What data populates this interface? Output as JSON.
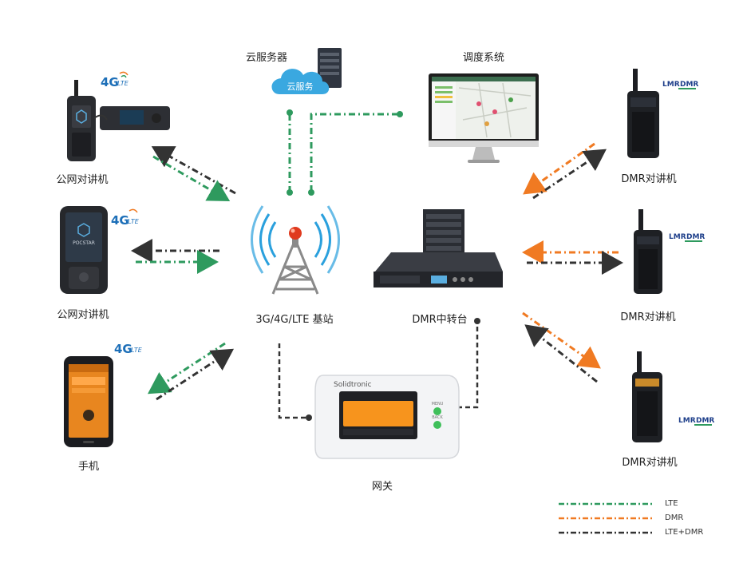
{
  "labels": {
    "cloud_server": "云服务器",
    "cloud_text": "云服务",
    "dispatch_system": "调度系统",
    "public_radio_1": "公网对讲机",
    "public_radio_2": "公网对讲机",
    "phone": "手机",
    "base_station": "3G/4G/LTE 基站",
    "dmr_repeater": "DMR中转台",
    "gateway": "网关",
    "dmr_radio_1": "DMR对讲机",
    "dmr_radio_2": "DMR对讲机",
    "dmr_radio_3": "DMR对讲机"
  },
  "device_text": {
    "badge_4g": "4G",
    "badge_lte": "LTE",
    "badge_lmr": "LMR",
    "badge_dmr": "DMR",
    "pocstar": "POCSTAR",
    "gateway_brand": "Solidtronic",
    "gateway_menu": "MENU",
    "gateway_back": "BACK"
  },
  "legend": [
    {
      "label": "LTE",
      "color": "#2e9a5e"
    },
    {
      "label": "DMR",
      "color": "#f07a22"
    },
    {
      "label": "LTE+DMR",
      "color": "#333333"
    }
  ],
  "colors": {
    "lte": "#2e9a5e",
    "dmr": "#f07a22",
    "lte_dmr": "#333333",
    "cloud": "#3aa8e0",
    "tower_mast": "#8a8a8a",
    "tower_top": "#e03a1e",
    "signal": "#2aa0dd"
  }
}
